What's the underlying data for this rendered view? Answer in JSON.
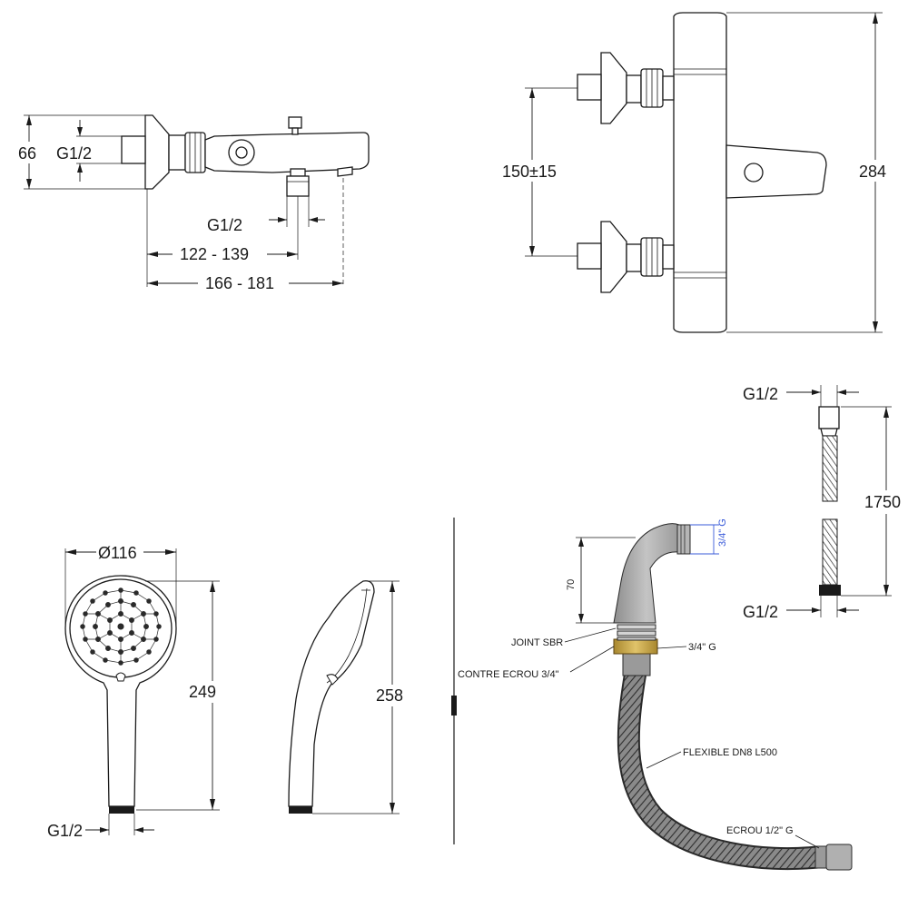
{
  "top_left_view": {
    "dim_66": "66",
    "dim_g12_inlet": "G1/2",
    "dim_g12_outlet": "G1/2",
    "dim_122_139": "122 - 139",
    "dim_166_181": "166 - 181"
  },
  "top_right_view": {
    "dim_150": "150±15",
    "dim_284": "284"
  },
  "hand_shower_front": {
    "dim_diameter": "Ø116",
    "dim_249": "249",
    "dim_g12": "G1/2"
  },
  "hand_shower_side": {
    "dim_258": "258"
  },
  "hose_view": {
    "dim_g12_top": "G1/2",
    "dim_1750": "1750",
    "dim_g12_bottom": "G1/2"
  },
  "spout_kit": {
    "dim_34g_top": "3/4\" G",
    "dim_70": "70",
    "label_joint": "JOINT SBR",
    "label_contre_ecrou": "CONTRE ECROU 3/4\"",
    "label_34g": "3/4\" G",
    "label_flexible": "FLEXIBLE DN8 L500",
    "label_ecrou": "ECROU 1/2\" G",
    "colors": {
      "body": "#a9a9a9",
      "nut": "#c9a74a",
      "hose": "#6a6a6a"
    }
  }
}
